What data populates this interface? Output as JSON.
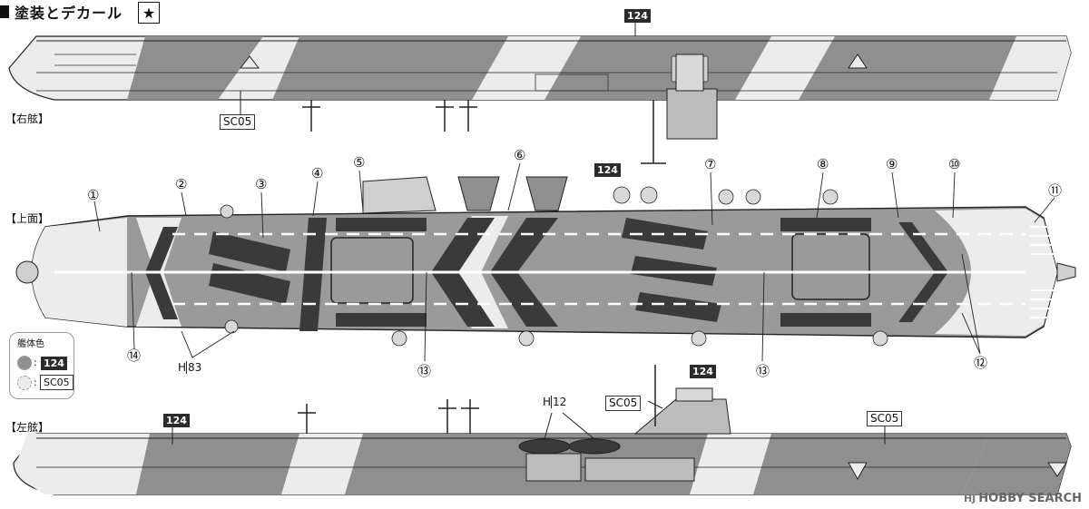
{
  "header": {
    "title": "塗装とデカール",
    "star_glyph": "★"
  },
  "views": {
    "right_side": {
      "label": "【右舷】"
    },
    "top": {
      "label": "【上面】"
    },
    "left_side": {
      "label": "【左舷】"
    }
  },
  "paint_codes": {
    "top_right_side": "124",
    "sc05_right_side": "SC05",
    "top_deck": "124",
    "island_dark": "124",
    "island_box": "SC05",
    "left_hull": "124",
    "left_stern": "SC05"
  },
  "h_labels": {
    "h83_letter": "H",
    "h83_num": "83",
    "h12_letter": "H",
    "h12_num": "12"
  },
  "callouts": [
    "①",
    "②",
    "③",
    "④",
    "⑤",
    "⑥",
    "⑦",
    "⑧",
    "⑨",
    "⑩",
    "⑪",
    "⑫",
    "⑬",
    "⑬",
    "⑭"
  ],
  "legend": {
    "title": "艦体色",
    "dark_code": "124",
    "light_code": "SC05",
    "colon": ":"
  },
  "watermark": {
    "logo": "HJ",
    "text": "HOBBY SEARCH"
  },
  "colors": {
    "hull_dark": "#8f8f8f",
    "hull_light": "#ececec",
    "deck": "#9a9a9a",
    "camo_dark": "#3a3a3a",
    "line": "#222222"
  }
}
